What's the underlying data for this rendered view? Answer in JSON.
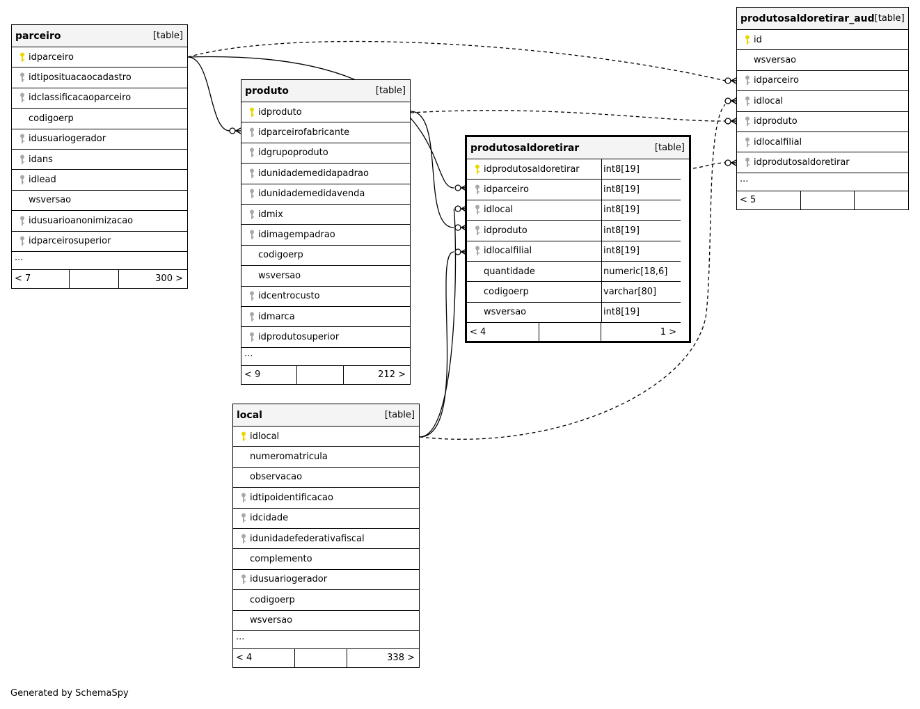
{
  "footer_text": "Generated by SchemaSpy",
  "tag_label": "[table]",
  "ellipsis": "...",
  "tables": {
    "parceiro": {
      "name": "parceiro",
      "columns": [
        {
          "name": "idparceiro",
          "key": "pk"
        },
        {
          "name": "idtiposituacaocadastro",
          "key": "fk"
        },
        {
          "name": "idclassificacaoparceiro",
          "key": "fk"
        },
        {
          "name": "codigoerp",
          "key": ""
        },
        {
          "name": "idusuariogerador",
          "key": "fk"
        },
        {
          "name": "idans",
          "key": "fk"
        },
        {
          "name": "idlead",
          "key": "fk"
        },
        {
          "name": "wsversao",
          "key": ""
        },
        {
          "name": "idusuarioanonimizacao",
          "key": "fk"
        },
        {
          "name": "idparceirosuperior",
          "key": "fk"
        }
      ],
      "footer": {
        "left": "< 7",
        "mid": "",
        "right": "300 >"
      }
    },
    "produto": {
      "name": "produto",
      "columns": [
        {
          "name": "idproduto",
          "key": "pk"
        },
        {
          "name": "idparceirofabricante",
          "key": "fk"
        },
        {
          "name": "idgrupoproduto",
          "key": "fk"
        },
        {
          "name": "idunidademedidapadrao",
          "key": "fk"
        },
        {
          "name": "idunidademedidavenda",
          "key": "fk"
        },
        {
          "name": "idmix",
          "key": "fk"
        },
        {
          "name": "idimagempadrao",
          "key": "fk"
        },
        {
          "name": "codigoerp",
          "key": ""
        },
        {
          "name": "wsversao",
          "key": ""
        },
        {
          "name": "idcentrocusto",
          "key": "fk"
        },
        {
          "name": "idmarca",
          "key": "fk"
        },
        {
          "name": "idprodutosuperior",
          "key": "fk"
        }
      ],
      "footer": {
        "left": "< 9",
        "mid": "",
        "right": "212 >"
      }
    },
    "local": {
      "name": "local",
      "columns": [
        {
          "name": "idlocal",
          "key": "pk"
        },
        {
          "name": "numeromatricula",
          "key": ""
        },
        {
          "name": "observacao",
          "key": ""
        },
        {
          "name": "idtipoidentificacao",
          "key": "fk"
        },
        {
          "name": "idcidade",
          "key": "fk"
        },
        {
          "name": "idunidadefederativafiscal",
          "key": "fk"
        },
        {
          "name": "complemento",
          "key": ""
        },
        {
          "name": "idusuariogerador",
          "key": "fk"
        },
        {
          "name": "codigoerp",
          "key": ""
        },
        {
          "name": "wsversao",
          "key": ""
        }
      ],
      "footer": {
        "left": "< 4",
        "mid": "",
        "right": "338 >"
      }
    },
    "produtosaldoretirar": {
      "name": "produtosaldoretirar",
      "columns": [
        {
          "name": "idprodutosaldoretirar",
          "key": "pk",
          "type": "int8[19]"
        },
        {
          "name": "idparceiro",
          "key": "fk",
          "type": "int8[19]"
        },
        {
          "name": "idlocal",
          "key": "fk",
          "type": "int8[19]"
        },
        {
          "name": "idproduto",
          "key": "fk",
          "type": "int8[19]"
        },
        {
          "name": "idlocalfilial",
          "key": "fk",
          "type": "int8[19]"
        },
        {
          "name": "quantidade",
          "key": "",
          "type": "numeric[18,6]"
        },
        {
          "name": "codigoerp",
          "key": "",
          "type": "varchar[80]"
        },
        {
          "name": "wsversao",
          "key": "",
          "type": "int8[19]"
        }
      ],
      "footer": {
        "left": "< 4",
        "mid": "",
        "right": "1 >"
      }
    },
    "produtosaldoretirar_aud": {
      "name": "produtosaldoretirar_aud",
      "columns": [
        {
          "name": "id",
          "key": "pk"
        },
        {
          "name": "wsversao",
          "key": ""
        },
        {
          "name": "idparceiro",
          "key": "fk"
        },
        {
          "name": "idlocal",
          "key": "fk"
        },
        {
          "name": "idproduto",
          "key": "fk"
        },
        {
          "name": "idlocalfilial",
          "key": "fk"
        },
        {
          "name": "idprodutosaldoretirar",
          "key": "fk"
        }
      ],
      "footer": {
        "left": "< 5",
        "mid": "",
        "right": ""
      }
    }
  },
  "colors": {
    "pk_key": "#e8d800",
    "fk_key": "#a8a8a8",
    "header_bg": "#f4f4f4",
    "line": "#000000"
  }
}
